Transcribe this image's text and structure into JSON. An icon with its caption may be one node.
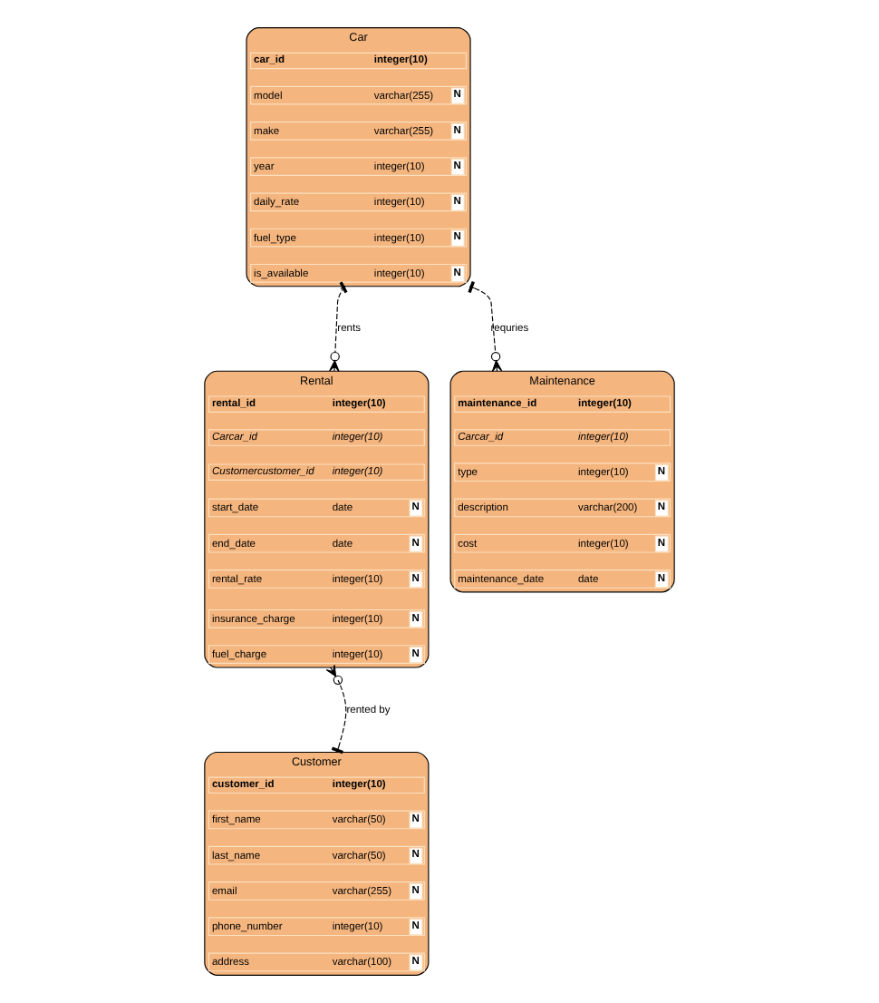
{
  "diagram": {
    "nodes": [
      {
        "text": [
          "Car"
        ]
      },
      {
        "text": [
          "car_id",
          "integer(10)"
        ],
        "in": 0
      },
      {
        "text": [
          "model",
          "varchar(255)",
          "N"
        ],
        "in": 0
      },
      {
        "text": [
          "make",
          "varchar(255)",
          "N"
        ],
        "in": 0
      },
      {
        "text": [
          "year",
          "integer(10)",
          "N"
        ],
        "in": 0
      },
      {
        "text": [
          "daily_rate",
          "integer(10)",
          "N"
        ],
        "in": 0
      },
      {
        "text": [
          "fuel_type",
          "integer(10)",
          "N"
        ],
        "in": 0
      },
      {
        "text": [
          "is_available",
          "integer(10)",
          "N"
        ],
        "in": 0
      },
      {
        "text": [
          "Rental"
        ]
      },
      {
        "text": [
          "rental_id",
          "integer(10)"
        ],
        "in": 8
      },
      {
        "text": [
          "Carcar_id",
          "integer(10)"
        ],
        "in": 8
      },
      {
        "text": [
          "Customercustomer_id",
          "integer(10)"
        ],
        "in": 8
      },
      {
        "text": [
          "start_date",
          "date",
          "N"
        ],
        "in": 8
      },
      {
        "text": [
          "end_date",
          "date",
          "N"
        ],
        "in": 8
      },
      {
        "text": [
          "rental_rate",
          "integer(10)",
          "N"
        ],
        "in": 8
      },
      {
        "text": [
          "insurance_charge",
          "integer(10)",
          "N"
        ],
        "in": 8
      },
      {
        "text": [
          "fuel_charge",
          "integer(10)",
          "N"
        ],
        "in": 8
      },
      {
        "text": [
          "Maintenance"
        ]
      },
      {
        "text": [
          "maintenance_id",
          "integer(10)"
        ],
        "in": 17
      },
      {
        "text": [
          "Carcar_id",
          "integer(10)"
        ],
        "in": 17
      },
      {
        "text": [
          "type",
          "integer(10)",
          "N"
        ],
        "in": 17
      },
      {
        "text": [
          "description",
          "varchar(200)",
          "N"
        ],
        "in": 17
      },
      {
        "text": [
          "cost",
          "integer(10)",
          "N"
        ],
        "in": 17
      },
      {
        "text": [
          "maintenance_date",
          "date",
          "N"
        ],
        "in": 17
      },
      {
        "text": [
          "Customer"
        ]
      },
      {
        "text": [
          "customer_id",
          "integer(10)"
        ],
        "in": 24
      },
      {
        "text": [
          "first_name",
          "varchar(50)",
          "N"
        ],
        "in": 24
      },
      {
        "text": [
          "last_name",
          "varchar(50)",
          "N"
        ],
        "in": 24
      },
      {
        "text": [
          "email",
          "varchar(255)",
          "N"
        ],
        "in": 24
      },
      {
        "text": [
          "phone_number",
          "integer(10)",
          "N"
        ],
        "in": 24
      },
      {
        "text": [
          "address",
          "varchar(100)",
          "N"
        ],
        "in": 24
      }
    ],
    "edges": [
      {
        "from": 0,
        "to": 8,
        "arrow": "other",
        "label": "rents",
        "style": "dashed"
      },
      {
        "from": 0,
        "to": 17,
        "arrow": "other",
        "label": "requries",
        "style": "dashed"
      },
      {
        "from": 24,
        "to": 8,
        "arrow": "other",
        "label": "rented by",
        "style": "dashed"
      }
    ]
  }
}
